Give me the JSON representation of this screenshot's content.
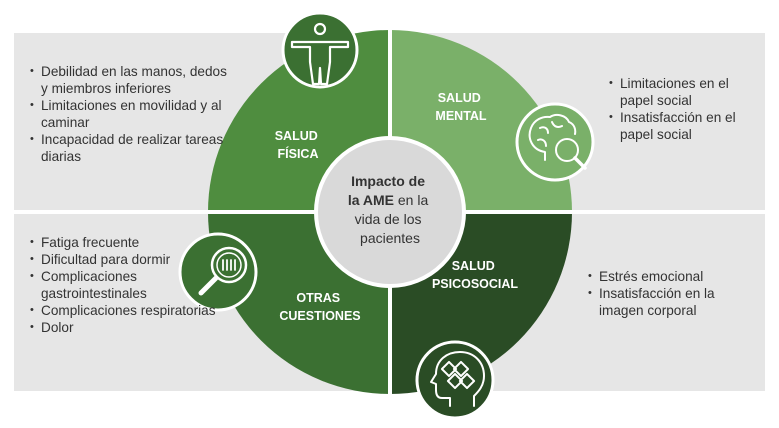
{
  "center": {
    "line1_bold": "Impacto de",
    "line2_bold": "la AME",
    "line2_rest": " en la",
    "line3": "vida de los",
    "line4": "pacientes"
  },
  "quadrants": {
    "fisica": {
      "label_line1": "SALUD",
      "label_line2": "FÍSICA",
      "color": "#4f8d3f",
      "icon": "human-body-icon",
      "items": [
        "Debilidad en las manos, dedos y miembros inferiores",
        "Limitaciones en movilidad y al caminar",
        "Incapacidad de realizar tareas diarias"
      ]
    },
    "mental": {
      "label_line1": "SALUD",
      "label_line2": "MENTAL",
      "color": "#7ab069",
      "icon": "brain-magnifier-icon",
      "items": [
        "Limitaciones en el papel social",
        "Insatisfacción en el papel social"
      ]
    },
    "otras": {
      "label_line1": "OTRAS",
      "label_line2": "CUESTIONES",
      "color": "#3b7032",
      "icon": "magnifier-icon",
      "items": [
        "Fatiga frecuente",
        "Dificultad para dormir",
        "Complicaciones gastrointestinales",
        "Complicaciones respiratorias",
        "Dolor"
      ]
    },
    "psico": {
      "label_line1": "SALUD",
      "label_line2": "PSICOSOCIAL",
      "color": "#2a4c25",
      "icon": "head-puzzle-icon",
      "items": [
        "Estrés emocional",
        "Insatisfacción en la imagen corporal"
      ]
    }
  },
  "colors": {
    "panel": "#e6e6e6",
    "center": "#d9d9d9",
    "icon_outline": "#ffffff"
  }
}
